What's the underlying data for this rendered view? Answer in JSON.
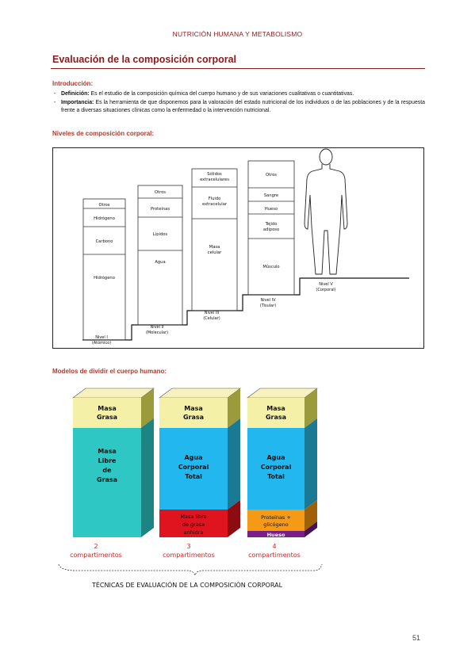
{
  "header": {
    "running_title": "NUTRICIÓN HUMANA Y METABOLISMO"
  },
  "page": {
    "title": "Evaluación de la composición corporal",
    "number": "51"
  },
  "intro": {
    "heading": "Introducción:",
    "items": [
      {
        "term": "Definición:",
        "text": "Es el estudio de la composición química del cuerpo humano y de sus variaciones cualitativas o cuantitativas."
      },
      {
        "term": "Importancia:",
        "text": "Es la herramienta de que disponemos para la valoración del estado nutricional de los individuos o de las poblaciones y de la respuesta frente a diversas situaciones clínicas como la enfermedad o la intervención nutricional."
      }
    ]
  },
  "levels": {
    "heading": "Niveles de composición corporal:",
    "l1": {
      "label1": "Nivel I",
      "label2": "(Atómico)",
      "items": [
        "Otros",
        "Hidrógeno",
        "Carbono",
        "Hidrógeno"
      ]
    },
    "l2": {
      "label1": "Nivel II",
      "label2": "(Molecular)",
      "items": [
        "Otros",
        "Proteínas",
        "Lípidos",
        "Agua"
      ]
    },
    "l3": {
      "label1": "Nivel III",
      "label2": "(Celular)",
      "items_a": [
        "Sólidos",
        "extracelulares"
      ],
      "items_b": [
        "Fluido",
        "extracelular"
      ],
      "items_c": [
        "Masa",
        "celular"
      ]
    },
    "l4": {
      "label1": "Nivel IV",
      "label2": "(Tisular)",
      "items": [
        "Otros",
        "Sangre",
        "Hueso"
      ],
      "tejido": [
        "Tejido",
        "adiposo"
      ],
      "musculo": "Músculo"
    },
    "l5": {
      "label1": "Nivel V",
      "label2": "(Corporal)"
    }
  },
  "models": {
    "heading": "Modelos de dividir el cuerpo humano:",
    "m1": {
      "top": [
        "Masa",
        "Grasa"
      ],
      "main": [
        "Masa",
        "Libre",
        "de",
        "Grasa"
      ],
      "num": "2",
      "label": "compartimentos"
    },
    "m2": {
      "top": [
        "Masa",
        "Grasa"
      ],
      "main": [
        "Agua",
        "Corporal",
        "Total"
      ],
      "bottom": [
        "Masa libre",
        "de grasa",
        "anhidra"
      ],
      "num": "3",
      "label": "compartimentos"
    },
    "m3": {
      "top": [
        "Masa",
        "Grasa"
      ],
      "main": [
        "Agua",
        "Corporal",
        "Total"
      ],
      "bottom": [
        "Proteínas +",
        "glicógeno"
      ],
      "hueso": "Hueso",
      "num": "4",
      "label": "compartimentos"
    },
    "caption": "TÉCNICAS DE EVALUACIÓN DE LA COMPOSICIÓN CORPORAL",
    "colors": {
      "grasa": "#f5f0a8",
      "grasa_side": "#9b9b3c",
      "libre": "#2fc7c4",
      "libre_side": "#1c8583",
      "agua": "#22b7ee",
      "agua_side": "#1a7a96",
      "anhidra": "#e0141e",
      "anhidra_side": "#8c0c12",
      "prot": "#f59a16",
      "prot_side": "#a06008",
      "hueso": "#7a1f8a",
      "hueso_side": "#4a1054",
      "nums": "#c62828"
    }
  }
}
